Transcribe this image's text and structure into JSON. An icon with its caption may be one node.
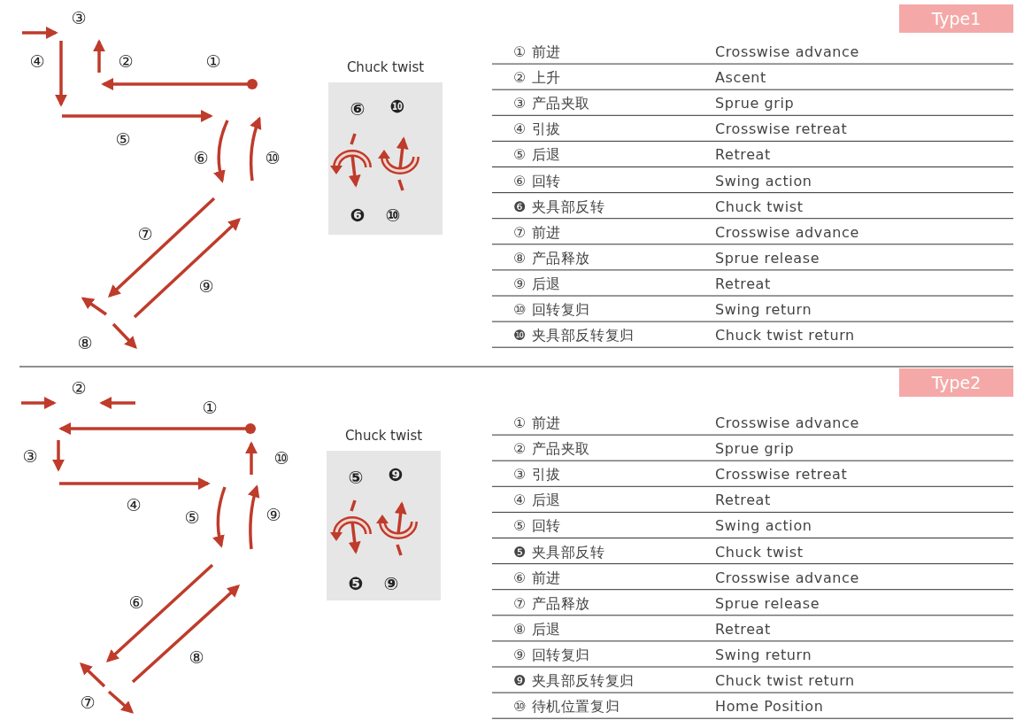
{
  "diagram": {
    "nodes": [
      {
        "text": [
          "Type1"
        ]
      },
      {
        "text": [
          "Chuck twist",
          "⑥",
          "❿",
          "❻",
          "⑩"
        ]
      },
      {
        "text": [
          "Type2"
        ]
      },
      {
        "text": [
          "Chuck twist",
          "⑤",
          "❾",
          "❺",
          "⑨"
        ]
      }
    ],
    "labels": [
      "③",
      "④",
      "②",
      "①",
      "⑤",
      "⑥",
      "⑩",
      "⑦",
      "⑨",
      "⑧",
      "① 前进",
      "Crosswise advance",
      "② 上升",
      "Ascent",
      "③ 产品夹取",
      "Sprue grip",
      "④ 引拔",
      "Crosswise retreat",
      "⑤ 后退",
      "Retreat",
      "⑥ 回转",
      "Swing action",
      "❻ 夹具部反转",
      "Chuck twist",
      "⑦ 前进",
      "Crosswise advance",
      "⑧ 产品释放",
      "Sprue release",
      "⑨ 后退",
      "Retreat",
      "⑩ 回转复归",
      "Swing return",
      "❿ 夹具部反转复归",
      "Chuck twist return",
      "②",
      "①",
      "③",
      "⑩",
      "④",
      "⑤",
      "⑨",
      "⑥",
      "⑧",
      "⑦",
      "① 前进",
      "Crosswise advance",
      "② 产品夹取",
      "Sprue grip",
      "③ 引拔",
      "Crosswise retreat",
      "④ 后退",
      "Retreat",
      "⑤ 回转",
      "Swing action",
      "❺ 夹具部反转",
      "Chuck twist",
      "⑥ 前进",
      "Crosswise advance",
      "⑦ 产品释放",
      "Sprue release",
      "⑧ 后退",
      "Retreat",
      "⑨ 回转复归",
      "Swing return",
      "❾ 夹具部反转复归",
      "Chuck twist return",
      "⑩ 待机位置复归",
      "Home Position"
    ]
  }
}
